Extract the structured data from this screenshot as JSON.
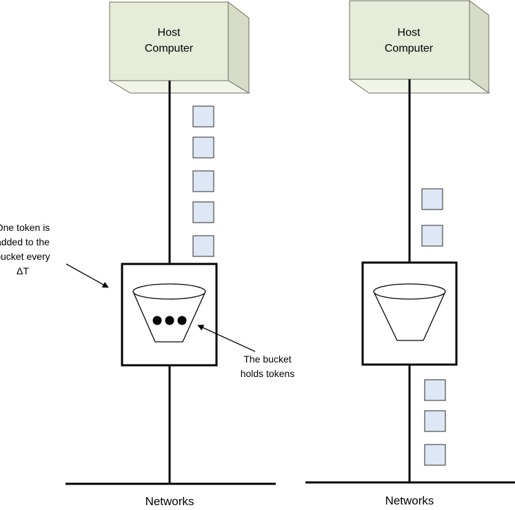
{
  "colors": {
    "host_front": "#e6ecd8",
    "host_top": "#f1f5e8",
    "host_side": "#d6dcc5",
    "host_stroke": "#6c6c62",
    "packet_fill": "#dde7f5",
    "packet_stroke": "#4a4a4a",
    "line": "#000000"
  },
  "left": {
    "host_line1": "Host",
    "host_line2": "Computer",
    "network_label": "Networks",
    "annotation_token_lines": [
      "One token is",
      "added to the",
      "bucket every",
      "ΔT"
    ],
    "annotation_bucket_lines": [
      "The bucket",
      "holds tokens"
    ],
    "packets_above": 5,
    "tokens_in_bucket": 3
  },
  "right": {
    "host_line1": "Host",
    "host_line2": "Computer",
    "network_label": "Networks",
    "packets_above": 2,
    "packets_below": 3,
    "tokens_in_bucket": 0
  }
}
